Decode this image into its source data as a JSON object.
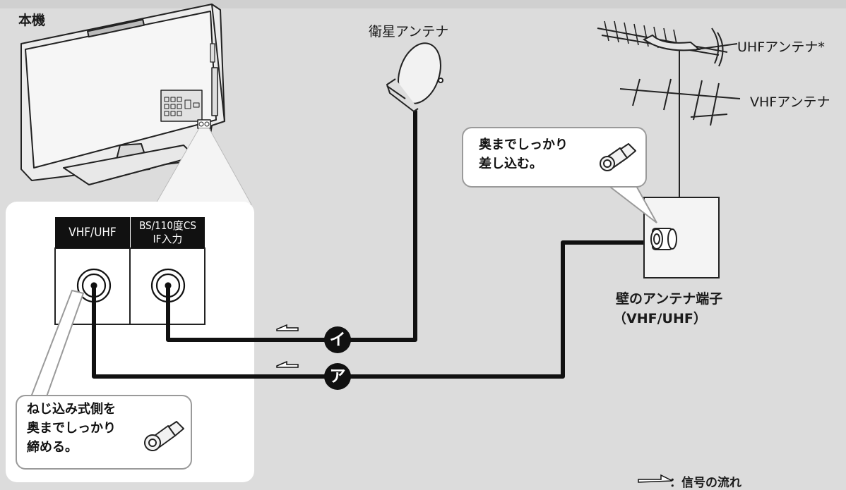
{
  "labels": {
    "main_unit": "本機",
    "satellite_antenna": "衛星アンテナ",
    "uhf_antenna": "UHFアンテナ*",
    "vhf_antenna": "VHFアンテナ",
    "wall_terminal_line1": "壁のアンテナ端子",
    "wall_terminal_line2": "（VHF/UHF）",
    "port_vhf_uhf": "VHF/UHF",
    "port_bs_line1": "BS/110度CS",
    "port_bs_line2": "IF入力",
    "signal_legend": "：信号の流れ"
  },
  "callouts": {
    "wall": [
      "奥までしっかり",
      "差し込む。"
    ],
    "tv": [
      "ねじ込み式側を",
      "奥までしっかり",
      "締める。"
    ]
  },
  "badges": {
    "a": "ア",
    "i": "イ"
  },
  "colors": {
    "background": "#dcdcdc",
    "cable": "#111111",
    "panel": "#ffffff",
    "outline": "#9a9a9a"
  }
}
